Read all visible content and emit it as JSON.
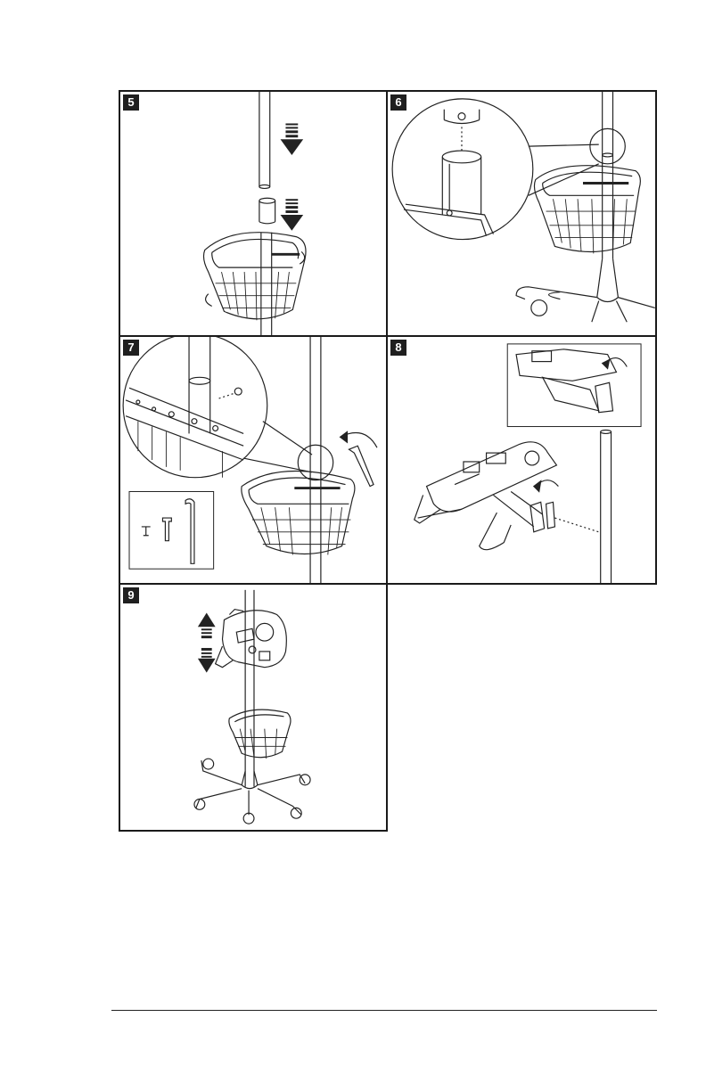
{
  "steps": [
    {
      "number": "5"
    },
    {
      "number": "6"
    },
    {
      "number": "7"
    },
    {
      "number": "8"
    },
    {
      "number": "9"
    }
  ]
}
